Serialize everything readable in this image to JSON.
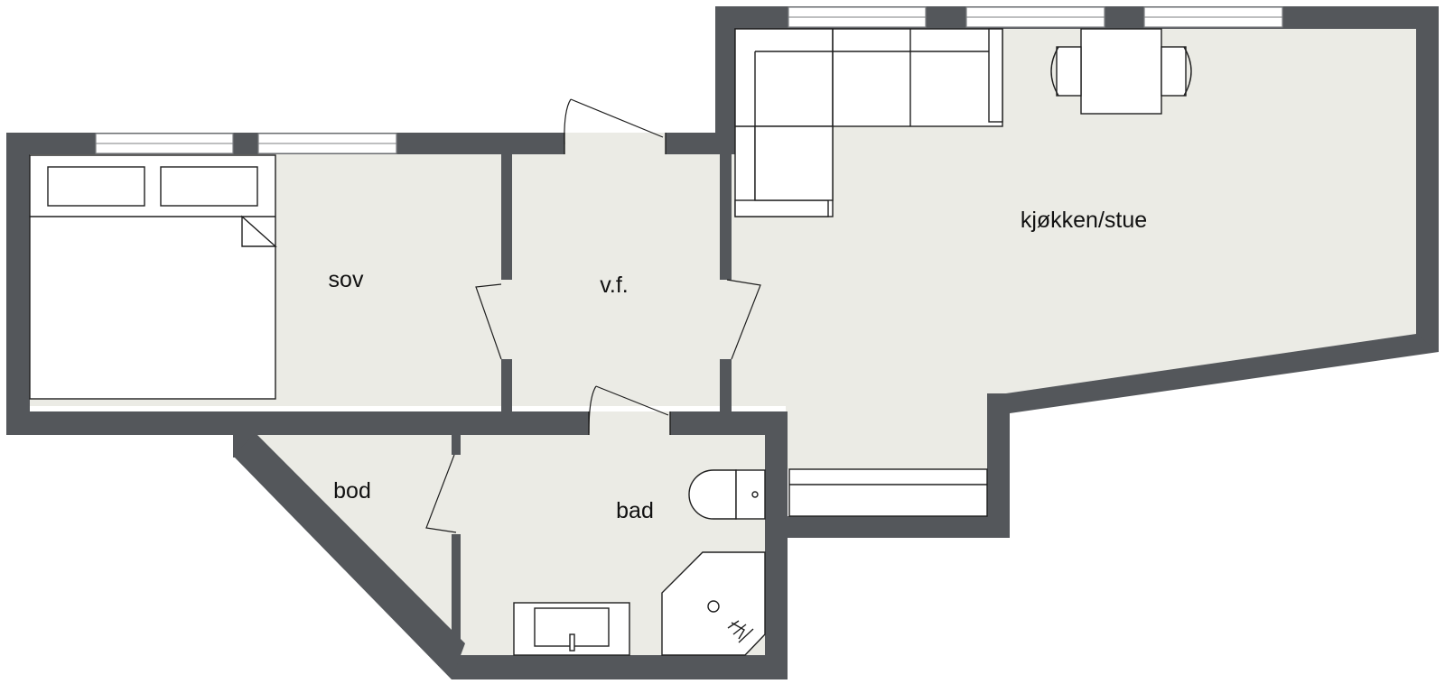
{
  "floor_plan": {
    "rooms": [
      {
        "id": "sov",
        "label": "sov"
      },
      {
        "id": "vf",
        "label": "v.f."
      },
      {
        "id": "kjokken_stue",
        "label": "kjøkken/stue"
      },
      {
        "id": "bod",
        "label": "bod"
      },
      {
        "id": "bad",
        "label": "bad"
      }
    ],
    "colors": {
      "wall": "#54575b",
      "floor": "#ebebe5",
      "furniture_fill": "#ffffff",
      "furniture_stroke": "#1f1f1f",
      "background": "#ffffff"
    },
    "furniture": [
      "double-bed",
      "pillow",
      "pillow",
      "corner-sofa",
      "dining-table",
      "chair",
      "chair",
      "kitchen-counter",
      "toilet",
      "washbasin",
      "corner-shower"
    ]
  }
}
